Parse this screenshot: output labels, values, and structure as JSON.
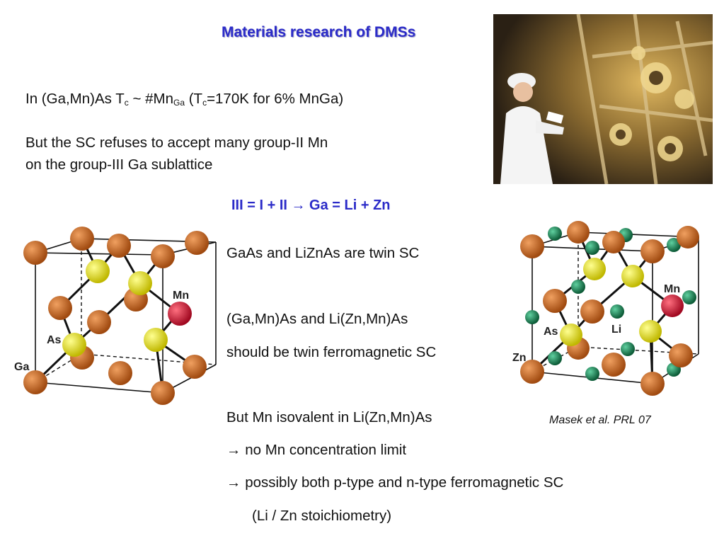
{
  "slide": {
    "title": "Materials research of DMSs",
    "tc_line": {
      "prefix": "In (Ga,Mn)As T",
      "sub1": "c",
      "mid1": " ~ #Mn",
      "sub2": "Ga",
      "mid2": " (T",
      "sub3": "c",
      "suffix": "=170K for 6% MnGa)"
    },
    "refuse_line1": "But the SC refuses to accept many group-II Mn",
    "refuse_line2": "on the group-III Ga sublattice",
    "equation": "III  = I  +  II  → Ga = Li + Zn",
    "twin_line": "GaAs and LiZnAs are twin SC",
    "ferro_line1": "(Ga,Mn)As and Li(Zn,Mn)As",
    "ferro_line2": "should be twin ferromagnetic SC",
    "isovalent_line": "But Mn isovalent in Li(Zn,Mn)As",
    "arrow_line1": "→ no Mn concentration limit",
    "arrow_line2": "→ possibly both p-type and n-type ferromagnetic SC",
    "stoich_line": "(Li / Zn stoichiometry)",
    "citation": "Masek et al. PRL 07"
  },
  "left_crystal": {
    "label_mn": "Mn",
    "label_as": "As",
    "label_ga": "Ga"
  },
  "right_crystal": {
    "label_mn": "Mn",
    "label_as": "As",
    "label_li": "Li",
    "label_zn": "Zn"
  },
  "colors": {
    "title_blue": "#2b2bc8",
    "ga_orange": "#c8641c",
    "as_yellow": "#e8e020",
    "mn_red": "#d81838",
    "li_green": "#1e8a5a"
  }
}
